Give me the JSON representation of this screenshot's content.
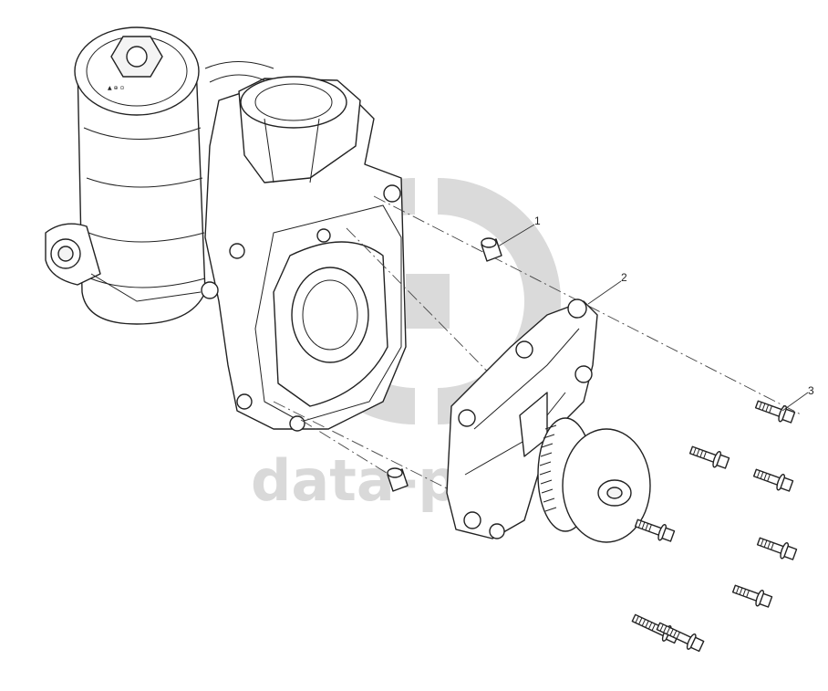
{
  "watermark": {
    "text": "data-pa",
    "color": "#d9d9d9"
  },
  "callouts": [
    {
      "id": "1",
      "label": "1",
      "part": "dowel-sleeve"
    },
    {
      "id": "2",
      "label": "2",
      "part": "water-pump"
    },
    {
      "id": "3",
      "label": "3",
      "part": "flange-bolt"
    }
  ],
  "icons": [
    "oil-filter-housing",
    "front-cover-housing",
    "water-pump-with-pulley",
    "dowel-sleeve",
    "flange-bolt"
  ]
}
